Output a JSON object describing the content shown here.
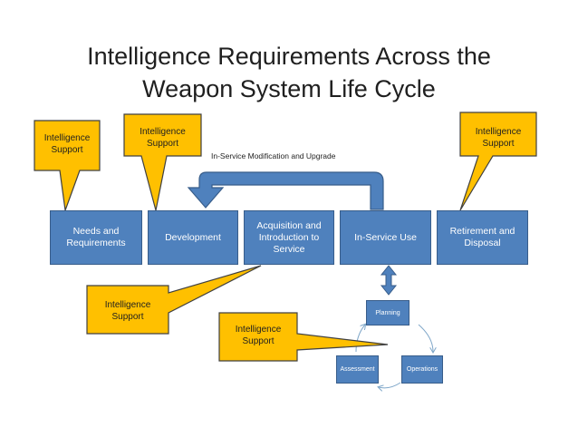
{
  "title": {
    "line1": "Intelligence Requirements Across the",
    "line2": "Weapon System Life Cycle"
  },
  "stages": [
    {
      "line1": "Needs and",
      "line2": "Requirements"
    },
    {
      "line1": "Development"
    },
    {
      "line1": "Acquisition and",
      "line2": "Introduction to",
      "line3": "Service"
    },
    {
      "line1": "In-Service Use"
    },
    {
      "line1": "Retirement and",
      "line2": "Disposal"
    }
  ],
  "modification_label": "In-Service Modification and Upgrade",
  "callouts": [
    {
      "line1": "Intelligence",
      "line2": "Support"
    },
    {
      "line1": "Intelligence",
      "line2": "Support"
    },
    {
      "line1": "Intelligence",
      "line2": "Support"
    },
    {
      "line1": "Intelligence",
      "line2": "Support"
    },
    {
      "line1": "Intelligence",
      "line2": "Support"
    }
  ],
  "cycle": {
    "planning": "Planning",
    "operations": "Operations",
    "assessment": "Assessment"
  },
  "colors": {
    "stage_fill": "#4f81bd",
    "stage_border": "#385d8a",
    "callout_fill": "#ffc000",
    "callout_border": "#404040"
  }
}
